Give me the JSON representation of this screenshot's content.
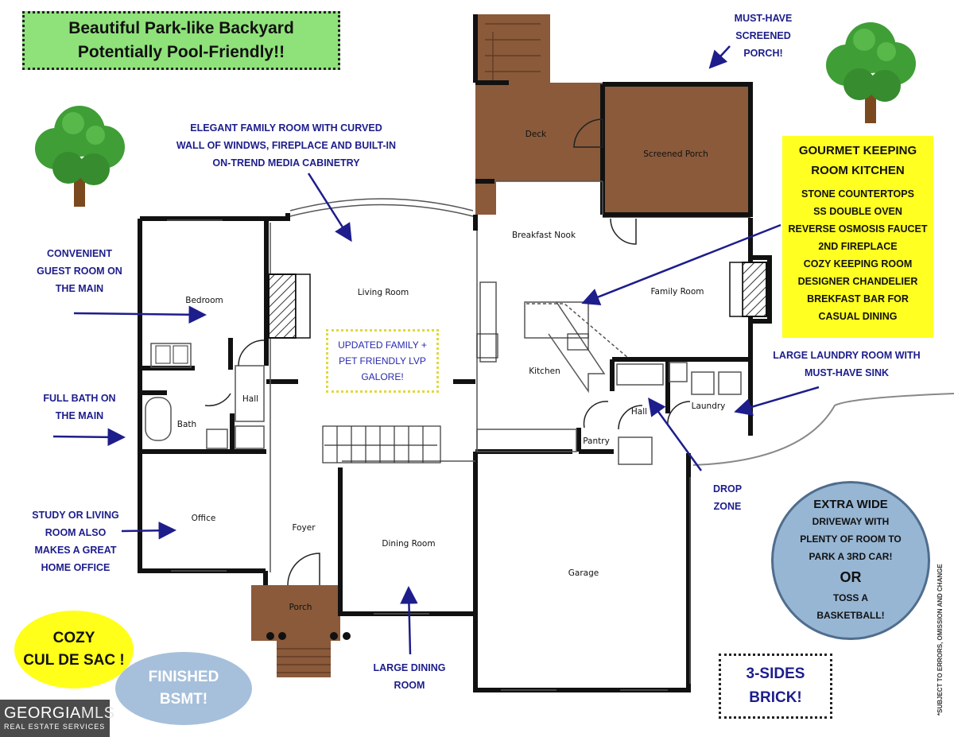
{
  "headline": {
    "line1": "Beautiful Park-like Backyard",
    "line2": "Potentially Pool-Friendly!!"
  },
  "rooms": {
    "deck": "Deck",
    "screened_porch": "Screened Porch",
    "breakfast_nook": "Breakfast Nook",
    "family_room": "Family Room",
    "living_room": "Living Room",
    "bedroom": "Bedroom",
    "kitchen": "Kitchen",
    "hall_left": "Hall",
    "bath": "Bath",
    "hall_right": "Hall",
    "laundry": "Laundry",
    "pantry": "Pantry",
    "office": "Office",
    "foyer": "Foyer",
    "dining_room": "Dining Room",
    "garage": "Garage",
    "porch": "Porch"
  },
  "annotations": {
    "screened_porch": [
      "MUST-HAVE",
      "SCREENED",
      "PORCH!"
    ],
    "family_room": [
      "ELEGANT FAMILY ROOM WITH CURVED",
      "WALL OF WINDWS, FIREPLACE AND BUILT-IN",
      "ON-TREND MEDIA CABINETRY"
    ],
    "guest_room": [
      "CONVENIENT",
      "GUEST ROOM ON",
      "THE MAIN"
    ],
    "full_bath": [
      "FULL BATH ON",
      "THE MAIN"
    ],
    "study": [
      "STUDY OR LIVING",
      "ROOM ALSO",
      "MAKES A GREAT",
      "HOME OFFICE"
    ],
    "laundry": [
      "LARGE LAUNDRY ROOM WITH",
      "MUST-HAVE SINK"
    ],
    "drop_zone": [
      "DROP",
      "ZONE"
    ],
    "dining": [
      "LARGE DINING",
      "ROOM"
    ]
  },
  "kitchen_box": {
    "title": [
      "GOURMET KEEPING",
      "ROOM KITCHEN"
    ],
    "items": [
      "STONE COUNTERTOPS",
      "SS DOUBLE OVEN",
      "REVERSE OSMOSIS FAUCET",
      "2ND FIREPLACE",
      "COZY KEEPING ROOM",
      "DESIGNER CHANDELIER",
      "BREKFAST BAR FOR",
      "CASUAL DINING"
    ]
  },
  "lvp_box": [
    "UPDATED FAMILY +",
    "PET FRIENDLY LVP",
    "GALORE!"
  ],
  "driveway_circle": {
    "line1": [
      "EXTRA WIDE"
    ],
    "line2": [
      "DRIVEWAY WITH",
      "PLENTY OF ROOM TO",
      "PARK A 3RD CAR!"
    ],
    "or": "OR",
    "line3": [
      "TOSS A",
      "BASKETBALL!"
    ]
  },
  "cozy": [
    "COZY",
    "CUL DE SAC !"
  ],
  "basement": [
    "FINISHED",
    "BSMT!"
  ],
  "brick": [
    "3-SIDES",
    "BRICK!"
  ],
  "logo": {
    "brand_main": "GEORGIA",
    "brand_accent": "MLS",
    "sub": "REAL ESTATE SERVICES"
  },
  "disclaimer": "*SUBJECT TO ERRORS, OMISSION AND CHANGE",
  "colors": {
    "deck_brown": "#8a5a3a",
    "annotation_blue": "#1d1d8c",
    "headline_green": "#8fe27a",
    "highlight_yellow": "#ffff22",
    "tree_green": "#3f9e36"
  }
}
